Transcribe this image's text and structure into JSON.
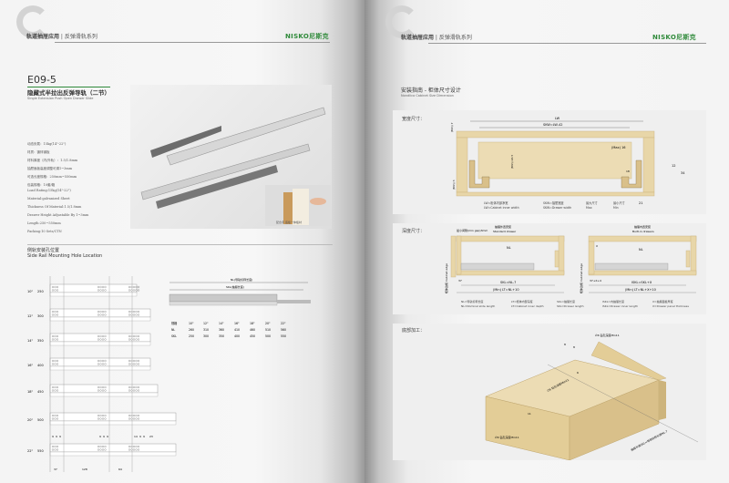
{
  "header": {
    "section": "轨道抽屉应用",
    "series": "反弹滑轨系列",
    "logo": "NISKO尼斯克"
  },
  "left": {
    "model": "E09-5",
    "title_cn": "隐藏式半拉出反弹导轨（二节）",
    "title_en": "Single Extension Push Open Drawer Slide",
    "photo_caption": "配合手 底板一体板材",
    "specs_cn": [
      "动态负载：15kg(14\"-22\")",
      "材质：镀锌钢板",
      "材料厚度（内/外轨）：1.5/1.8mm",
      "抽屉面板高度调整可调1~3mm",
      "可选长度规格：250mm~550mm",
      "包装规格：10套/箱"
    ],
    "specs_en": [
      "Load Rating:15kg(14\"-22\")",
      "Material:galvanized Sheet",
      "Thickness Of Material:1.5/1.8mm",
      "Drawer Height Adjustable By 1~3mm",
      "Length:250~550mm",
      "Packing:10 Sets/CTN"
    ],
    "hole_title_cn": "侧轨安装孔位置",
    "hole_title_en": "Side Rail Mounting Hole Location",
    "rail_rows": [
      {
        "size": "10\"",
        "len": "250"
      },
      {
        "size": "12\"",
        "len": "300"
      },
      {
        "size": "14\"",
        "len": "350"
      },
      {
        "size": "16\"",
        "len": "400"
      },
      {
        "size": "18\"",
        "len": "450"
      },
      {
        "size": "20\"",
        "len": "500"
      },
      {
        "size": "22\"",
        "len": "550"
      }
    ],
    "hole_dims_top": [
      "9",
      "9",
      "9",
      "9",
      "9",
      "9",
      "14",
      "9",
      "9",
      "23"
    ],
    "hole_dims_bottom": [
      "37",
      "128",
      "64"
    ],
    "slide_nl_label": "NL(导轨标称长度)",
    "slide_skl_label": "SKL(抽屉长度)",
    "table": {
      "headers": [
        "规格",
        "10\"",
        "12\"",
        "14\"",
        "16\"",
        "18\"",
        "20\"",
        "22\""
      ],
      "rows": [
        [
          "NL",
          "260",
          "310",
          "360",
          "410",
          "460",
          "510",
          "560"
        ],
        [
          "SKL",
          "250",
          "300",
          "350",
          "400",
          "450",
          "500",
          "550"
        ]
      ]
    }
  },
  "right": {
    "title_cn": "安装指南 - 柜体尺寸设计",
    "title_en": "Nondlico Cabinet Size Dimension",
    "width": {
      "label": "宽度尺寸：",
      "lw": "LW",
      "skw": "SKW=LW-42",
      "min7": "(Min) 7",
      "max16": "(Max) 16",
      "min245": "(Min) 24.5",
      "min3": "(Min) 3",
      "d12": "12",
      "d34": "34",
      "d18": "18",
      "d21": "21",
      "legend": [
        [
          "LW=柜体内部净宽",
          "LW=Cabinet inner width"
        ],
        [
          "SKW=抽屉宽度",
          "SKW=Drawer width"
        ],
        [
          "最大尺寸",
          "Max"
        ],
        [
          "最小尺寸",
          "Min"
        ]
      ]
    },
    "depth": {
      "label": "深度尺寸：",
      "gap": "最小间隙(min gap)3mm",
      "std_cn": "抽屉外置安装",
      "std_en": "Standard drawer",
      "bi_cn": "抽屉内置安装",
      "bi_en": "Built-in drawers",
      "edge": "柜体边缘 Cabinet edge",
      "nl": "NL",
      "x": "X",
      "d37": "37",
      "d37x": "37+X+4",
      "skl1": "SKL=NL-7",
      "lt1": "(Min) LT=NL+10",
      "skl2": "ISKL=SKL+X",
      "lt2": "(Min) LT=NL+X+10",
      "legend": [
        [
          "NL=导轨标称长度",
          "NL=Nominal slide length"
        ],
        [
          "LT=柜体内部深度",
          "LT=Cabinet inner depth"
        ],
        [
          "SKL=抽屉长度",
          "SKL=Drawer length"
        ],
        [
          "ISKL=内抽屉长度",
          "ISKL=Drawer inner length"
        ],
        [
          "X=抽屉面板厚度",
          "X=Drawer panel thickness"
        ]
      ]
    },
    "bottom": {
      "label": "底部加工：",
      "drill1": "∅6 钻孔深度Min11",
      "drill2": "∅6 钻孔深度Min11",
      "drill3": "∅6 钻孔深度Min11",
      "d8a": "8",
      "d8b": "8",
      "d6": "6",
      "d11": "11",
      "len": "抽屉长度SKL=导轨标称长度NL-7"
    }
  },
  "colors": {
    "accent": "#2f8a3a",
    "wood": "#e8d6a8"
  }
}
